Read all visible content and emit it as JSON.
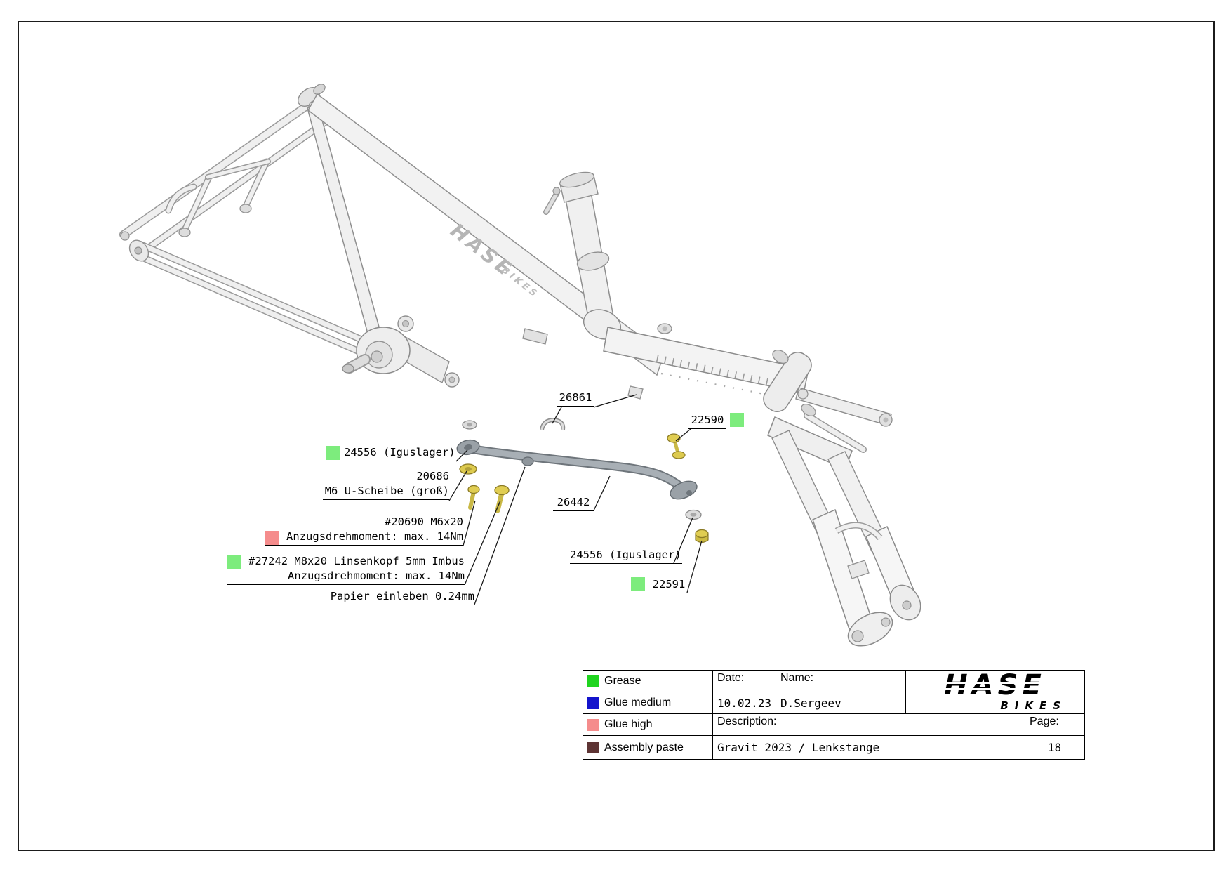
{
  "drawing": {
    "decal_hase": "HASE",
    "decal_bikes": "BIKES"
  },
  "callouts": {
    "c26861": {
      "text": "26861"
    },
    "c22590": {
      "text": "22590"
    },
    "c24556_left": {
      "text": "24556 (Iguslager)"
    },
    "c20686": {
      "line1": "20686",
      "line2": "M6 U-Scheibe (groß)"
    },
    "c20690": {
      "line1": "#20690 M6x20",
      "line2": "Anzugsdrehmoment: max. 14Nm"
    },
    "c27242": {
      "line1": "#27242 M8x20 Linsenkopf 5mm Imbus",
      "line2": "Anzugsdrehmoment: max. 14Nm"
    },
    "c_papier": {
      "text": "Papier einleben 0.24mm"
    },
    "c26442": {
      "text": "26442"
    },
    "c24556_right": {
      "text": "24556 (Iguslager)"
    },
    "c22591": {
      "text": "22591"
    }
  },
  "legend": {
    "items": [
      {
        "label": "Grease",
        "color": "#1fd41f"
      },
      {
        "label": "Glue medium",
        "color": "#1414cc"
      },
      {
        "label": "Glue high",
        "color": "#f58c8c"
      },
      {
        "label": "Assembly paste",
        "color": "#5e3434"
      }
    ]
  },
  "title_block": {
    "date_label": "Date:",
    "date_value": "10.02.23",
    "name_label": "Name:",
    "name_value": "D.Sergeev",
    "description_label": "Description:",
    "description_value": "Gravit 2023 / Lenkstange",
    "page_label": "Page:",
    "page_value": "18",
    "brand_top": "HASE",
    "brand_bottom": "BIKES"
  },
  "colors": {
    "marker_green": "#7dec7d",
    "marker_red": "#f58c8c"
  }
}
